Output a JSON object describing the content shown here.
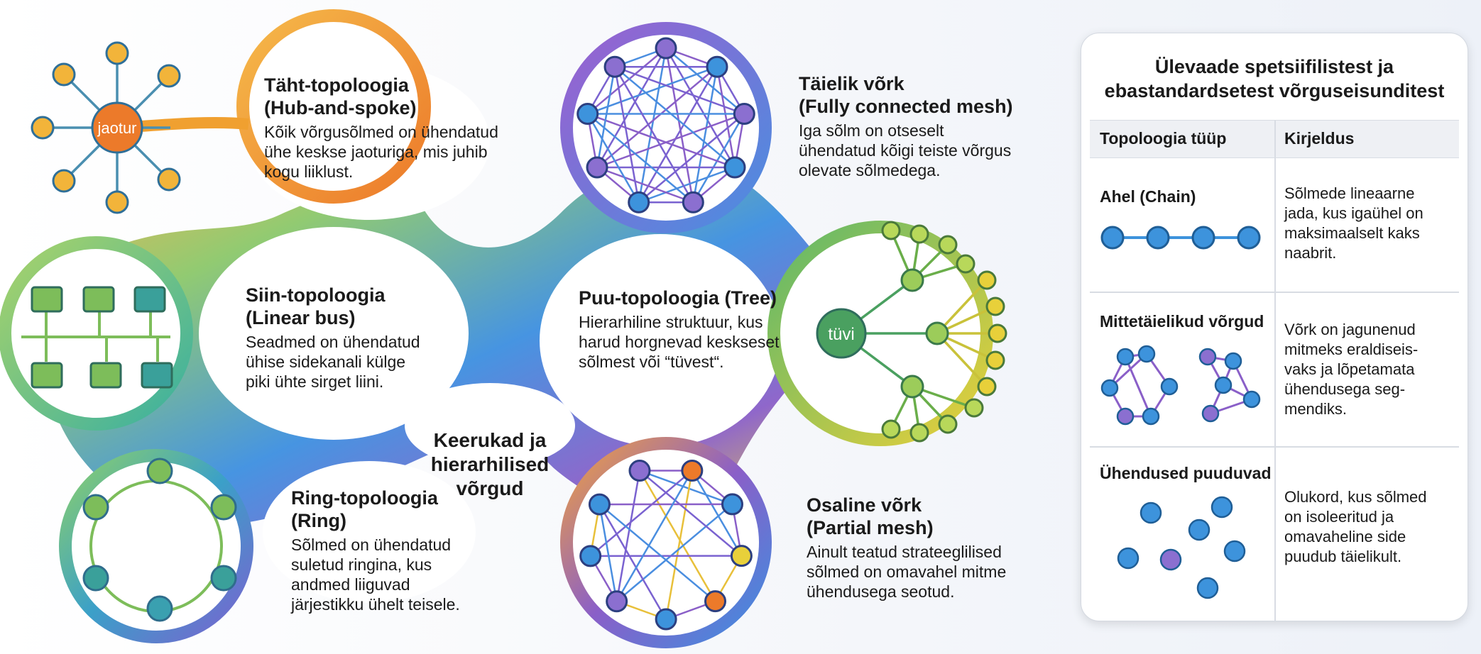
{
  "topologies": {
    "star": {
      "title": [
        "Täht-topoloogia",
        "(Hub-and-spoke)"
      ],
      "desc": [
        "Kõik võrgusõlmed on ühendatud",
        "ühe keskse jaoturiga, mis juhib",
        "kogu liiklust."
      ],
      "hub_label": "jaotur"
    },
    "bus": {
      "title": [
        "Siin-topoloogia",
        "(Linear bus)"
      ],
      "desc": [
        "Seadmed on ühendatud",
        "ühise sidekanali külge",
        "piki ühte sirget liini."
      ]
    },
    "ring": {
      "title": [
        "Ring-topoloogia",
        "(Ring)"
      ],
      "desc": [
        "Sõlmed on ühendatud",
        "suletud ringina, kus",
        "andmed liiguvad",
        "järjestikku ühelt teisele."
      ]
    },
    "mesh": {
      "title": [
        "Täielik võrk",
        "(Fully connected mesh)"
      ],
      "desc": [
        "Iga sõlm on otseselt",
        "ühendatud kõigi teiste võrgus",
        "olevate sõlmedega."
      ]
    },
    "tree": {
      "title": [
        "Puu-topoloogia (Tree)"
      ],
      "desc": [
        "Hierarhiline struktuur, kus",
        "harud horgnevad keskseset",
        "sõlmest või “tüvest“."
      ],
      "root_label": "tüvi"
    },
    "partial": {
      "title": [
        "Osaline võrk",
        "(Partial mesh)"
      ],
      "desc": [
        "Ainult teatud strateeglilised",
        "sõlmed on omavahel mitme",
        "ühendusega seotud."
      ]
    }
  },
  "center_label": [
    "Keerukad ja",
    "hierarhilised",
    "võrgud"
  ],
  "panel": {
    "title": [
      "Ülevaade spetsiifilistest ja",
      "ebastandardsetest võrguseisunditest"
    ],
    "columns": [
      "Topoloogia tüüp",
      "Kirjeldus"
    ],
    "rows": [
      {
        "name": "Ahel (Chain)",
        "desc": [
          "Sõlmede lineaarne",
          "jada, kus igaühel on",
          "maksimaalselt kaks",
          "naabrit."
        ]
      },
      {
        "name": "Mittetäielikud võrgud",
        "desc": [
          "Võrk on jagunenud",
          "mitmeks eraldiseis-",
          "vaks ja lõpetamata",
          "ühendusega seg-",
          "mendiks."
        ]
      },
      {
        "name": "Ühendused puuduvad",
        "desc": [
          "Olukord, kus sõlmed",
          "on isoleeritud ja",
          "omavaheline side",
          "puudub täielikult."
        ]
      }
    ]
  },
  "colors": {
    "orange": "#f0a030",
    "green": "#7dbd5a",
    "teal": "#3a9aa0",
    "blue": "#3d8fe0",
    "purple": "#8a5fc8",
    "yellow": "#e8cc3a",
    "node_blue": "#3d93dc",
    "node_purple": "#8b6fd0"
  }
}
